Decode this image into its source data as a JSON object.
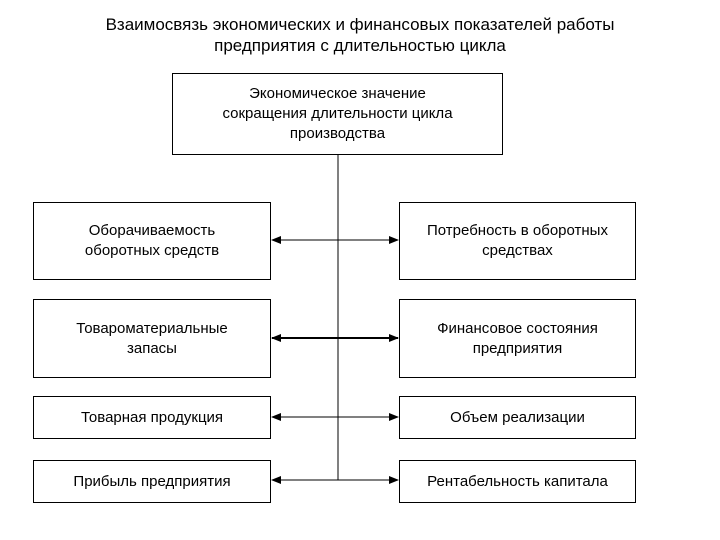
{
  "title": {
    "line1": "Взаимосвязь экономических и финансовых показателей работы",
    "line2": "предприятия с длительностью цикла"
  },
  "top_box": {
    "line1": "Экономическое значение",
    "line2": "сокращения длительности цикла",
    "line3": "производства"
  },
  "rows": [
    {
      "left": {
        "line1": "Оборачиваемость",
        "line2": "оборотных средств"
      },
      "right": {
        "line1": "Потребность в оборотных",
        "line2": "средствах"
      }
    },
    {
      "left": {
        "line1": "Товароматериальные",
        "line2": "запасы"
      },
      "right": {
        "line1": "Финансовое состояния",
        "line2": "предприятия"
      }
    },
    {
      "left": {
        "line1": "Товарная продукция"
      },
      "right": {
        "line1": "Объем реализации"
      }
    },
    {
      "left": {
        "line1": "Прибыль предприятия"
      },
      "right": {
        "line1": "Рентабельность капитала"
      }
    }
  ],
  "colors": {
    "line": "#000000",
    "box_border": "#000000",
    "background": "#ffffff"
  }
}
